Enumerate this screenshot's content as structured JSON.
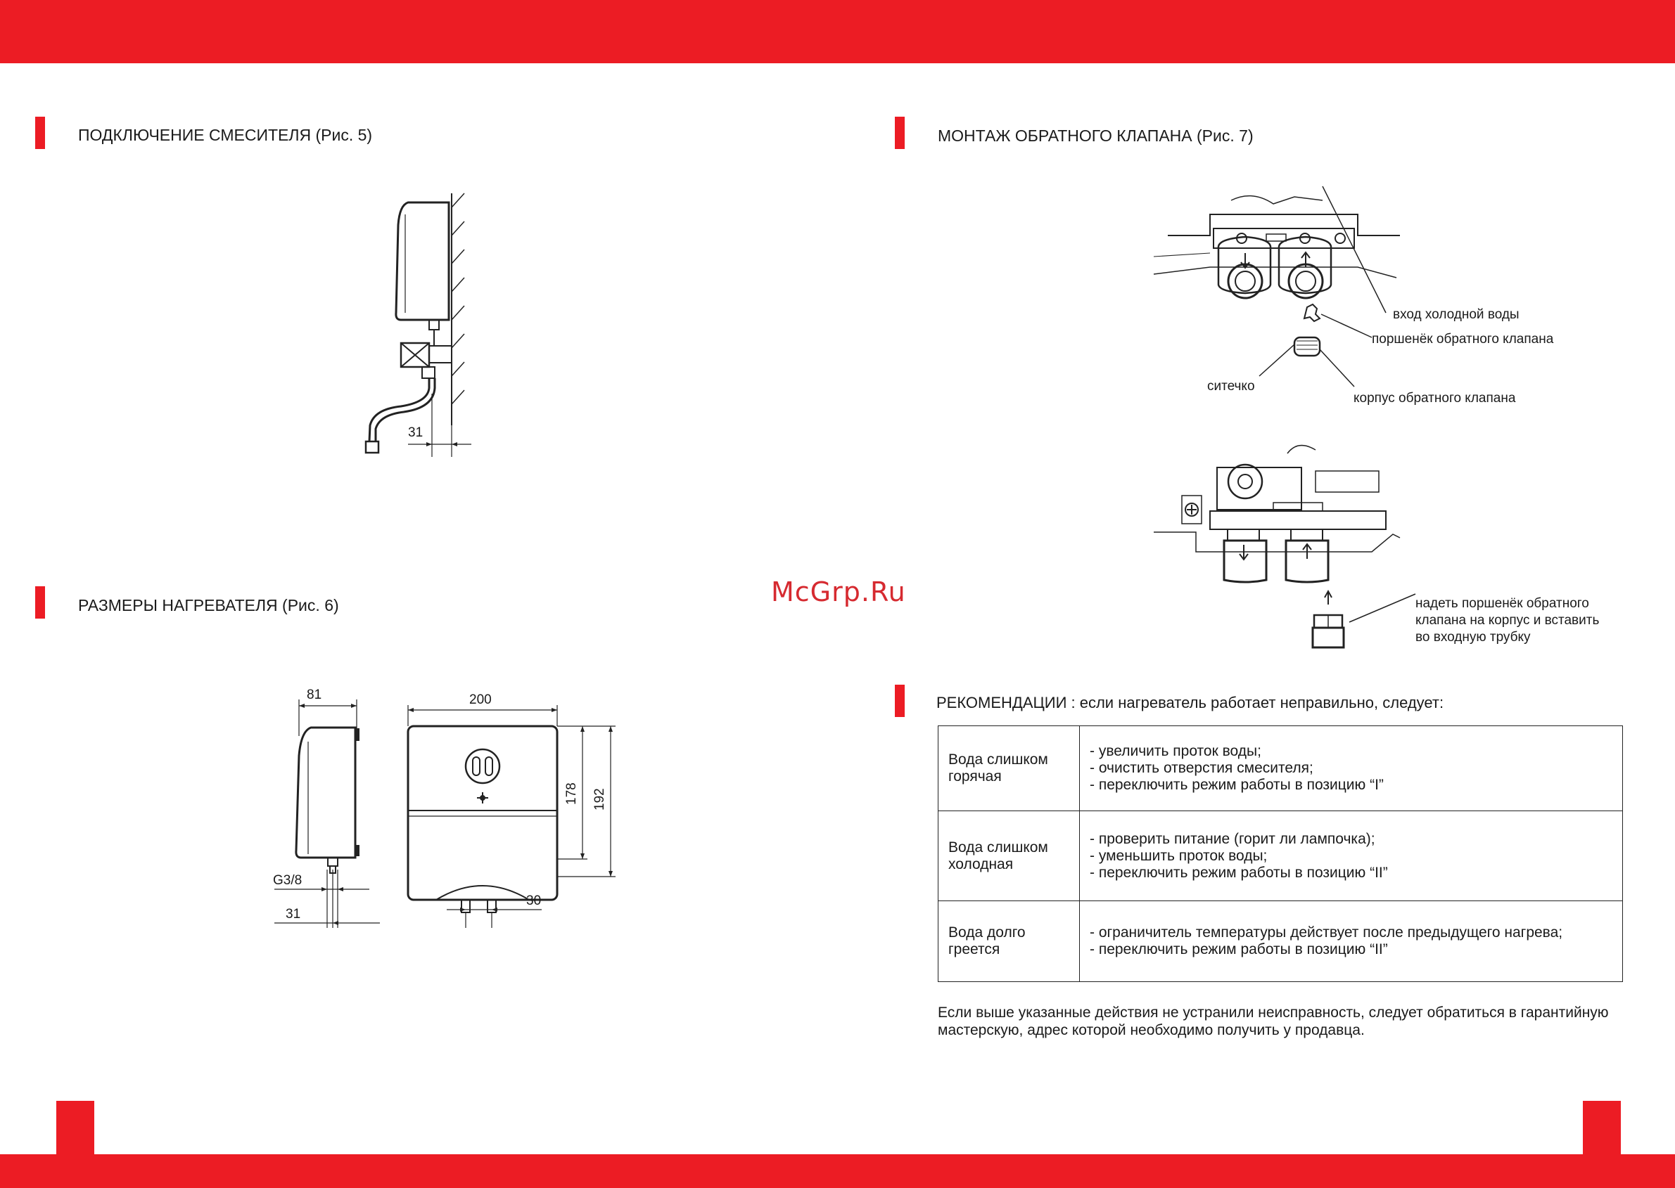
{
  "sections": {
    "mixer": {
      "title": "ПОДКЛЮЧЕНИЕ СМЕСИТЕЛЯ (Рис. 5)"
    },
    "dimensions": {
      "title": "РАЗМЕРЫ НАГРЕВАТЕЛЯ (Рис. 6)"
    },
    "valve": {
      "title": "МОНТАЖ ОБРАТНОГО КЛАПАНА (Рис. 7)"
    },
    "recommendations": {
      "title": "РЕКОМЕНДАЦИИ : если нагреватель работает неправильно, следует:"
    }
  },
  "fig5": {
    "dim_31": "31"
  },
  "fig6": {
    "dim_81": "81",
    "dim_200": "200",
    "dim_178": "178",
    "dim_192": "192",
    "dim_g38": "G3/8",
    "dim_31": "31",
    "dim_30": "30"
  },
  "fig7": {
    "labels": {
      "cold_inlet": "вход холодной воды",
      "piston": "поршенёк обратного клапана",
      "strainer": "ситечко",
      "valve_body": "корпус обратного клапана",
      "instruction_line1": "надеть поршенёк обратного",
      "instruction_line2": "клапана на корпус и вставить",
      "instruction_line3": "во входную трубку"
    }
  },
  "watermark": "McGrp.Ru",
  "recommendations_table": [
    {
      "condition_line1": "Вода слишком",
      "condition_line2": "горячая",
      "actions": [
        "-  увеличить проток воды;",
        "-  очистить отверстия смесителя;",
        "-  переключить режим работы в позицию “I”"
      ]
    },
    {
      "condition_line1": "Вода слишком",
      "condition_line2": "холодная",
      "actions": [
        "-  проверить питание (горит ли лампочка);",
        "-  уменьшить проток воды;",
        "-  переключить режим работы в позицию “II”"
      ]
    },
    {
      "condition_line1": "Вода долго",
      "condition_line2": "греется",
      "actions": [
        "-  ограничитель температуры действует после предыдущего нагрева;",
        "-  переключить режим работы в позицию “II”"
      ]
    }
  ],
  "footer_note": "Если выше указанные действия не устранили неисправность, следует обратиться в гарантийную мастерскую, адрес которой необходимо получить у продавца.",
  "colors": {
    "accent_red": "#ec1c24",
    "watermark": "#d62a30"
  }
}
